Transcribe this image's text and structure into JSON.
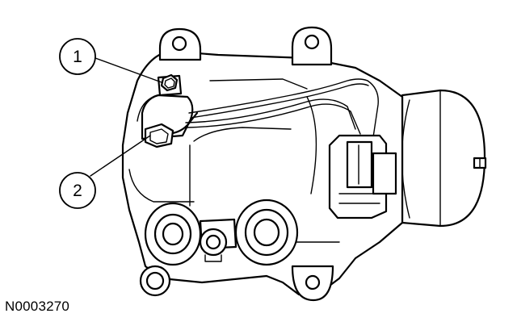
{
  "callouts": [
    {
      "number": "1"
    },
    {
      "number": "2"
    }
  ],
  "figure_id": "N0003270"
}
